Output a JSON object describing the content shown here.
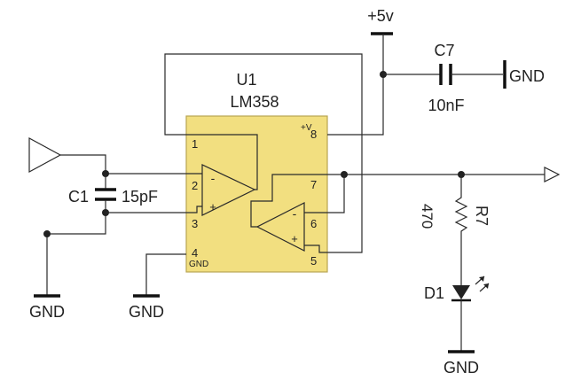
{
  "components": {
    "u1": {
      "ref": "U1",
      "part": "LM358",
      "body_color": "#f2df80",
      "border_color": "#b8a552"
    },
    "c1": {
      "ref": "C1",
      "value": "15pF"
    },
    "c7": {
      "ref": "C7",
      "value": "10nF"
    },
    "r7": {
      "ref": "R7",
      "value": "470"
    },
    "d1": {
      "ref": "D1"
    }
  },
  "pins": {
    "p1": "1",
    "p2": "2",
    "p3": "3",
    "p4": "4",
    "p5": "5",
    "p6": "6",
    "p7": "7",
    "p8": "8",
    "vplus": "+V",
    "gnd": "GND"
  },
  "opamp_signs": {
    "minus": "-",
    "plus": "+"
  },
  "nets": {
    "supply": "+5v",
    "gnd_c7": "GND",
    "gnd_left": "GND",
    "gnd_pin4": "GND",
    "gnd_led": "GND"
  },
  "icons": {
    "input_port": "triangle-input-port-icon",
    "output_port": "triangle-output-port-icon",
    "led": "led-icon"
  }
}
